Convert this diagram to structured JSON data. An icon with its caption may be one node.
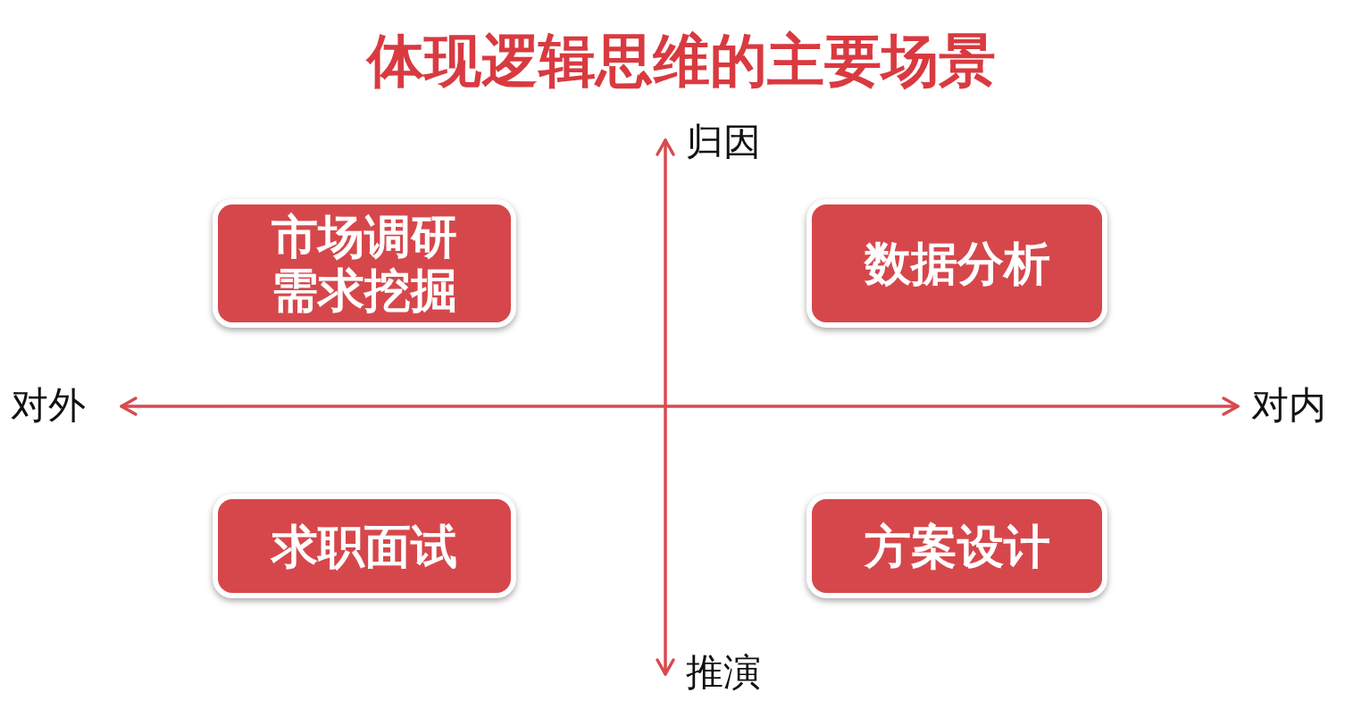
{
  "diagram": {
    "title": "体现逻辑思维的主要场景",
    "nodes": [
      {
        "text": [
          "市场调研",
          "需求挖掘"
        ]
      },
      {
        "text": [
          "数据分析"
        ]
      },
      {
        "text": [
          "求职面试"
        ]
      },
      {
        "text": [
          "方案设计"
        ]
      }
    ],
    "labels": [
      "归因",
      "对外",
      "对内",
      "推演"
    ]
  }
}
